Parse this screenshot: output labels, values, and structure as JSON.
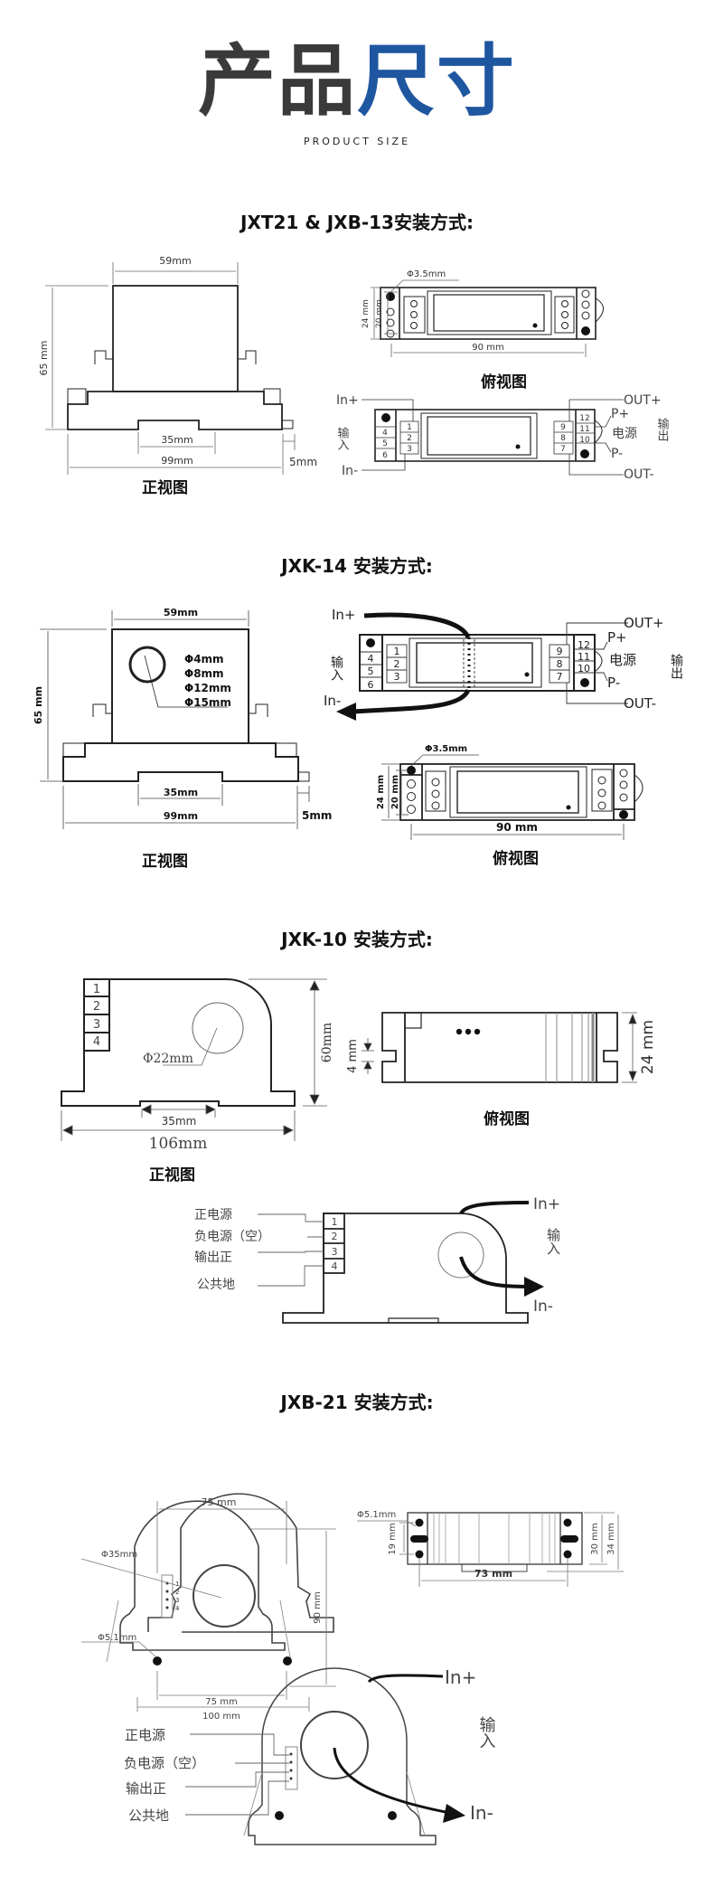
{
  "header": {
    "title_dark": "产品",
    "title_blue": "尺寸",
    "subtitle": "PRODUCT SIZE",
    "accent_color": "#1f56a0",
    "dark_color": "#3a3a3a"
  },
  "sections": [
    {
      "title": "JXT21 & JXB-13安装方式:",
      "front": {
        "caption": "正视图",
        "width_top": "59mm",
        "height": "65 mm",
        "rail": "35mm",
        "width_bottom": "99mm",
        "side": "5mm"
      },
      "top": {
        "caption": "俯视图",
        "hole": "Φ3.5mm",
        "h_outer": "24 mm",
        "h_inner": "20 mm",
        "length": "90 mm"
      },
      "wiring": {
        "in_plus": "In+",
        "in_minus": "In-",
        "input_label": "输入",
        "left_terms": [
          "4",
          "5",
          "6"
        ],
        "inner_left": [
          "1",
          "2",
          "3"
        ],
        "inner_right": [
          "9",
          "8",
          "7"
        ],
        "right_terms": [
          "12",
          "11",
          "10"
        ],
        "p_plus": "P+",
        "p_minus": "P-",
        "power": "电源",
        "out_plus": "OUT+",
        "out_minus": "OUT-",
        "output_label": "输出"
      }
    },
    {
      "title": "JXK-14 安装方式:",
      "front": {
        "caption": "正视图",
        "width_top": "59mm",
        "height": "65 mm",
        "rail": "35mm",
        "width_bottom": "99mm",
        "side": "5mm",
        "holes": [
          "Φ4mm",
          "Φ8mm",
          "Φ12mm",
          "Φ15mm"
        ]
      },
      "top": {
        "caption": "俯视图",
        "hole": "Φ3.5mm",
        "h_outer": "24 mm",
        "h_inner": "20 mm",
        "length": "90 mm"
      },
      "wiring": {
        "in_plus": "In+",
        "in_minus": "In-",
        "input_label": "输入",
        "left_terms": [
          "4",
          "5",
          "6"
        ],
        "inner_left": [
          "1",
          "2",
          "3"
        ],
        "inner_right": [
          "9",
          "8",
          "7"
        ],
        "right_terms": [
          "12",
          "11",
          "10"
        ],
        "p_plus": "P+",
        "p_minus": "P-",
        "power": "电源",
        "out_plus": "OUT+",
        "out_minus": "OUT-",
        "output_label": "输出"
      }
    },
    {
      "title": "JXK-10 安装方式:",
      "front": {
        "caption": "正视图",
        "terminals": [
          "1",
          "2",
          "3",
          "4"
        ],
        "hole": "Φ22mm",
        "height": "60mm",
        "rail": "35mm",
        "width": "106mm"
      },
      "top": {
        "caption": "俯视图",
        "slot": "4 mm",
        "height": "24 mm"
      },
      "wiring": {
        "labels": [
          "正电源",
          "负电源（空）",
          "输出正",
          "公共地"
        ],
        "terminals": [
          "1",
          "2",
          "3",
          "4"
        ],
        "in_plus": "In+",
        "in_minus": "In-",
        "input_label": "输入"
      }
    },
    {
      "title": "JXB-21 安装方式:",
      "front": {
        "width_top": "75 mm",
        "hole_big": "Φ35mm",
        "hole_small": "Φ5.1mm",
        "height": "90 mm",
        "width_holes": "75 mm",
        "width": "100 mm",
        "pins": [
          "1",
          "2",
          "3",
          "4"
        ]
      },
      "top": {
        "hole": "Φ5.1mm",
        "h_holes": "19 mm",
        "h_inner": "30 mm",
        "h_outer": "34 mm",
        "length": "73 mm"
      },
      "wiring": {
        "labels": [
          "正电源",
          "负电源（空）",
          "输出正",
          "公共地"
        ],
        "in_plus": "In+",
        "in_minus": "In-",
        "input_label": "输入"
      }
    }
  ]
}
